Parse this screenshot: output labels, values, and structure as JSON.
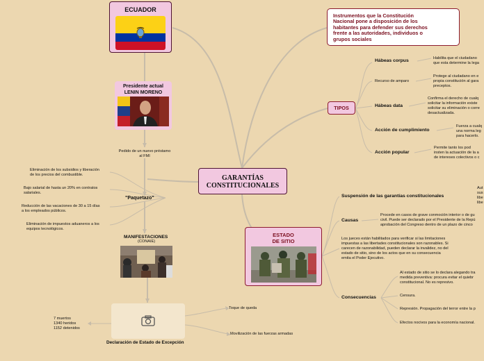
{
  "center": {
    "line1": "GARANTÍAS",
    "line2": "CONSTITUCIONALES"
  },
  "ecuador": {
    "title": "ECUADOR"
  },
  "president": {
    "line1": "Presidente actual",
    "line2": "LENIN MORENO"
  },
  "loan": {
    "line1": "Pedido de un nuevo préstamo",
    "line2": "al FMI"
  },
  "paquetazo": {
    "title": "\"Paquetazo\"",
    "items": [
      {
        "l1": "Eliminación de los subsidios y liberación",
        "l2": "de los precios del combustible."
      },
      {
        "l1": "Bajo salarial de hasta un 20% en contratos",
        "l2": "salariales."
      },
      {
        "l1": "Reducción de las vacaciones de 30 a 15 días",
        "l2": "a los empleados públicos."
      },
      {
        "l1": "Eliminación de impuestos aduaneros a los",
        "l2": "equipos tecnológicos."
      }
    ]
  },
  "manifest": {
    "title": "MANIFESTACIONES",
    "sub": "(CONAIE)"
  },
  "declaration": {
    "title": "Declaración de Estado de Excepción",
    "stats": [
      "7 muertos",
      "1340 heridos",
      "1152 detenidos"
    ],
    "curfew": "Toque de queda",
    "forces": "Movilización de las fuerzas armadas"
  },
  "instruments": {
    "text": [
      "Instrumentos que la Constitución",
      "Nacional pone a disposición de los",
      "habitantes para  defender sus derechos",
      "frente a las autoridades, individuos o",
      "grupos sociales"
    ]
  },
  "tipos": {
    "label": "TIPOS",
    "items": [
      {
        "name": "Hábeas corpus",
        "desc": [
          "Habilita que el ciudadano",
          "que esta determine la lega"
        ]
      },
      {
        "name": "Recurso de amparo",
        "desc": [
          "Protege al ciudadano en e",
          "propia constitución al gara",
          "preceptos."
        ]
      },
      {
        "name": "Hábeas data",
        "desc": [
          "Confirma el derecho de cualq",
          "solicitar la información existe",
          "solicitar su eliminación o corre",
          "desactualizada."
        ]
      },
      {
        "name": "Acción de cumplimiento",
        "desc": [
          "Fuerza a cualq",
          "una norma leg",
          "para hacerlo."
        ]
      },
      {
        "name": "Acción popular",
        "desc": [
          "Permite tanto los pod",
          "insten la actuación de la a",
          "de intereses colectivos o c"
        ]
      }
    ]
  },
  "estado": {
    "line1": "ESTADO",
    "line2": "DE SITIO",
    "suspension": {
      "name": "Suspensión de las garantías constitucionales",
      "desc": [
        "Aut",
        "sus",
        "libe",
        "libe"
      ]
    },
    "causas": {
      "name": "Causas",
      "desc": [
        "Procede en casos de grave conmoción interior o de gu",
        "civil. Puede ser declarado por el Presidente de la Repú",
        "aprobación del Congreso dentro de un plazo de cinco"
      ]
    },
    "judges": [
      "Los jueces están habilitados para verificar si las limitaciones",
      "impuestas a las libertades constitucionales son razonables. Si",
      "carecen de razonabilidad, pueden declarar la invalidez, no del",
      "estado de sitio, sino de los actos que en su consecuencia",
      "emita el Poder Ejecutivo."
    ],
    "consecuencias": {
      "name": "Consecuencias",
      "items": [
        [
          "Al estado de sitio se lo declara alegando tra",
          "medida preventiva: procura evitar el quiebr",
          "constitucional. No es represivo."
        ],
        [
          "Censura."
        ],
        [
          "Represión.  Propagación del terror entre la p"
        ],
        [
          "Efectos nocivos para la economía nacional."
        ]
      ]
    }
  }
}
